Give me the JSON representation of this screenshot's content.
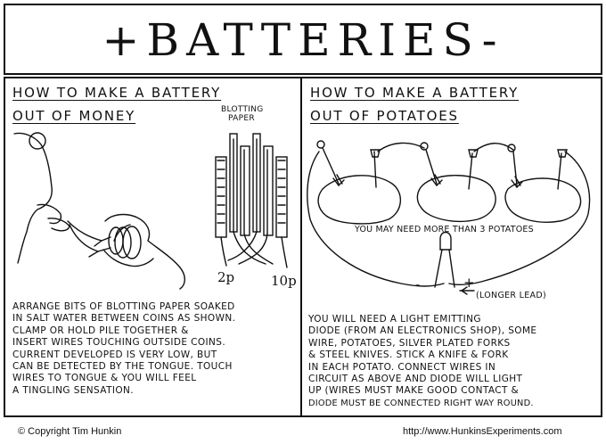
{
  "title": "+BATTERIES-",
  "left_panel": {
    "heading_line1": "HOW TO MAKE A BATTERY",
    "heading_line2": "OUT OF MONEY",
    "label_blotting": "BLOTTING",
    "label_paper": "PAPER",
    "label_2p": "2p",
    "label_10p": "10p",
    "body_lines": [
      "ARRANGE BITS OF BLOTTING PAPER SOAKED",
      "IN SALT WATER BETWEEN COINS AS SHOWN.",
      "CLAMP OR HOLD PILE TOGETHER &",
      "INSERT WIRES TOUCHING OUTSIDE COINS.",
      "CURRENT DEVELOPED IS VERY LOW, BUT",
      "CAN BE DETECTED BY THE TONGUE. TOUCH",
      "WIRES TO TONGUE & YOU WILL FEEL",
      "A TINGLING SENSATION."
    ]
  },
  "right_panel": {
    "heading_line1": "HOW TO MAKE A BATTERY",
    "heading_line2": "OUT OF POTATOES",
    "note": "YOU MAY NEED MORE THAN 3 POTATOES",
    "minus": "-",
    "plus": "+",
    "longer_lead": "(LONGER LEAD)",
    "body_lines": [
      "YOU WILL NEED A LIGHT EMITTING",
      "DIODE (FROM AN ELECTRONICS SHOP), SOME",
      "WIRE, POTATOES, SILVER PLATED FORKS",
      "& STEEL KNIVES. STICK A KNIFE & FORK",
      "IN EACH POTATO. CONNECT WIRES IN",
      "CIRCUIT AS ABOVE AND DIODE WILL LIGHT",
      "UP (WIRES MUST MAKE GOOD CONTACT &",
      "DIODE MUST BE CONNECTED RIGHT WAY ROUND."
    ]
  },
  "footer": {
    "copyright": "© Copyright Tim Hunkin",
    "url": "http://www.HunkinsExperiments.com"
  }
}
